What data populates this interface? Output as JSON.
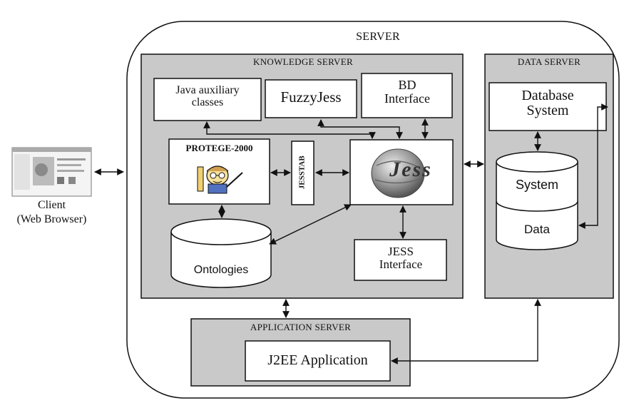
{
  "server": {
    "title": "SERVER"
  },
  "knowledge_server": {
    "title": "KNOWLEDGE SERVER",
    "java_aux": "Java auxiliary classes",
    "fuzzyjess": "FuzzyJess",
    "bd_interface": "BD Interface",
    "protege": "PROTEGE-2000",
    "jesstab": "JESSTAB",
    "jess_logo": "Jess",
    "jess_interface": "JESS Interface",
    "ontologies": "Ontologies"
  },
  "data_server": {
    "title": "DATA SERVER",
    "database_system": "Database System",
    "cyl_top": "System",
    "cyl_bottom": "Data"
  },
  "application_server": {
    "title": "APPLICATION SERVER",
    "j2ee": "J2EE Application"
  },
  "client": {
    "line1": "Client",
    "line2": "(Web Browser)"
  },
  "colors": {
    "panel_fill": "#c9c9c9",
    "stroke": "#111111",
    "box_fill": "#ffffff"
  },
  "icons": [
    "browser-screenshot-icon",
    "protege-mascot-icon",
    "jess-sphere-logo-icon"
  ]
}
